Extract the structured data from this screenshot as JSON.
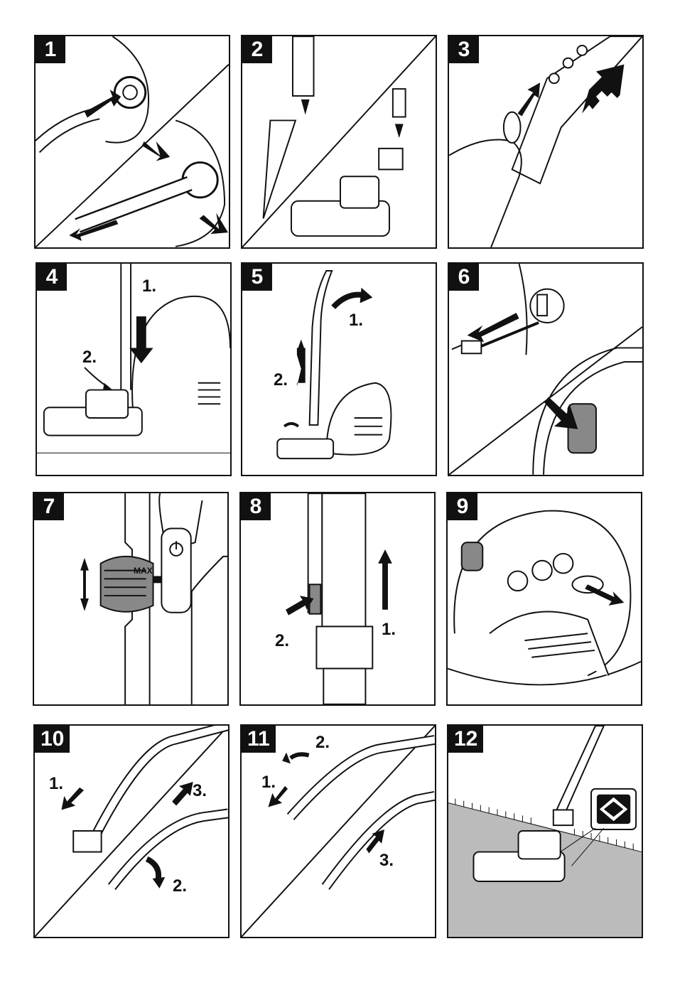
{
  "panels": [
    {
      "number": "1"
    },
    {
      "number": "2"
    },
    {
      "number": "3"
    },
    {
      "number": "4",
      "steps": [
        "1.",
        "2."
      ]
    },
    {
      "number": "5",
      "steps": [
        "1.",
        "2."
      ]
    },
    {
      "number": "6"
    },
    {
      "number": "7",
      "dial_label": "MAX"
    },
    {
      "number": "8",
      "steps": [
        "1.",
        "2."
      ]
    },
    {
      "number": "9"
    },
    {
      "number": "10",
      "steps": [
        "1.",
        "2.",
        "3."
      ]
    },
    {
      "number": "11",
      "steps": [
        "1.",
        "2.",
        "3."
      ]
    },
    {
      "number": "12"
    }
  ],
  "colors": {
    "ink": "#111111",
    "floor": "#bbbbbb",
    "button": "#888888"
  }
}
